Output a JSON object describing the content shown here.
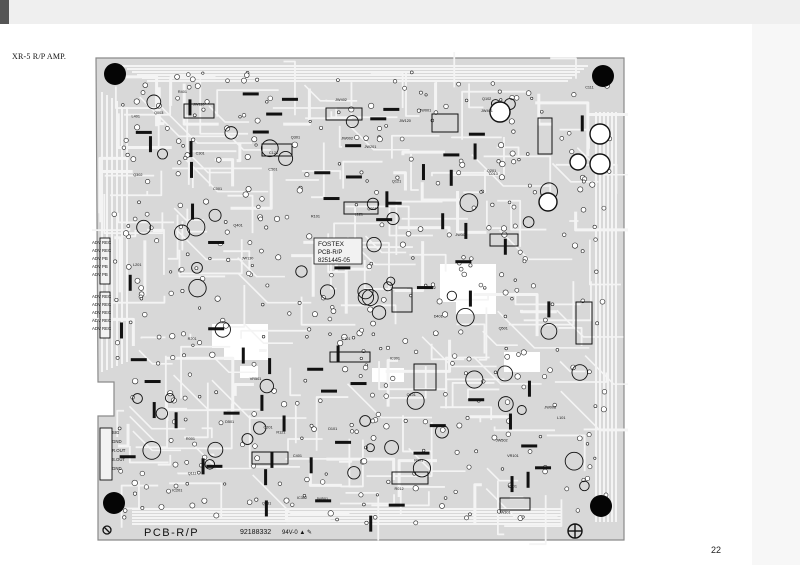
{
  "page": {
    "title": "XR-5  R/P AMP.",
    "page_number": "22"
  },
  "board": {
    "maker_label": "FOSTEX",
    "model_label": "PCB-R/P",
    "board_code": "8251445-05",
    "silkscreen_name": "PCB-R/P",
    "part_number": "92188332",
    "marks": "94V-0 ▲ ✎"
  },
  "connector_labels": {
    "left_upper": [
      "ADV REC",
      "ADV REC",
      "ADV PB",
      "ADV PB",
      "ADV PB"
    ],
    "left_middle": [
      "ADV REC",
      "ADV REC",
      "ADV REC",
      "ADV REC",
      "ADV REC"
    ],
    "left_lower": [
      "SIG",
      "GND",
      "R.OUT",
      "S.OUT",
      "GND"
    ]
  },
  "component_labels": [
    "JW001",
    "R001",
    "C001",
    "Q001",
    "JW002",
    "C013",
    "Q003",
    "JW008",
    "R012",
    "Q101",
    "Q102",
    "L101",
    "C101",
    "R101",
    "JW110",
    "C111",
    "Q111",
    "JW120",
    "L121",
    "C121",
    "Q121",
    "R121",
    "JW130",
    "D101",
    "VR101",
    "Q131",
    "JW201",
    "C201",
    "Q201",
    "R201",
    "IC201",
    "L201",
    "JW202",
    "IC301",
    "IC302",
    "Q301",
    "Q302",
    "C301",
    "R301",
    "JW301",
    "JW302",
    "JW401",
    "Q401",
    "C401",
    "R401",
    "D401",
    "JW402",
    "L401",
    "JW501",
    "C501",
    "Q501",
    "R501",
    "VR501",
    "JW502",
    "D501"
  ],
  "colors": {
    "board_fill": "#d8d8d8",
    "trace": "#f4f4f4",
    "mounting_hole": "#050505",
    "silkscreen": "#111111"
  }
}
